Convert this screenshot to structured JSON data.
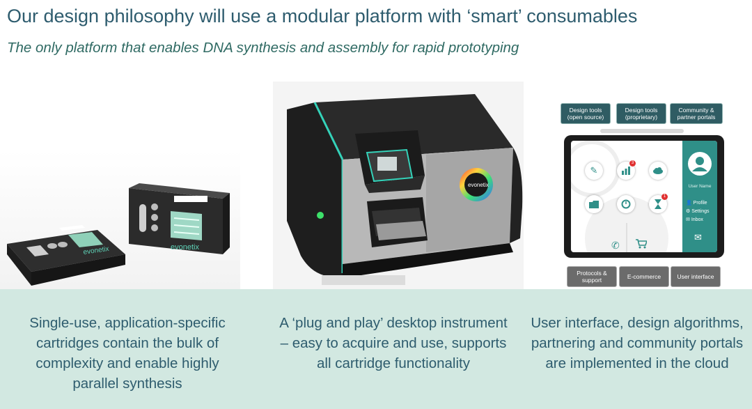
{
  "header": {
    "title": "Our design philosophy will use a modular platform with ‘smart’ consumables",
    "subtitle": "The only platform that enables DNA synthesis and assembly for rapid prototyping"
  },
  "captions": {
    "cartridges": "Single-use, application-specific cartridges contain the bulk of complexity and enable highly parallel synthesis",
    "instrument": "A ‘plug and play’ desktop instrument – easy to acquire and use, supports all cartridge functionality",
    "cloud": "User interface, design algorithms, partnering and community portals are implemented in the cloud"
  },
  "cartridge_brand": "evonetix",
  "instrument_brand": "evonetix",
  "ui_diagram": {
    "top_pills": [
      "Design tools (open source)",
      "Design tools (proprietary)",
      "Community & partner portals"
    ],
    "bottom_pills": [
      "Protocols & support",
      "E-commerce",
      "User interface"
    ],
    "user_name": "User Name",
    "menu": [
      "Profile",
      "Settings",
      "Inbox"
    ],
    "badges": [
      "3",
      "1"
    ]
  },
  "colors": {
    "accent_teal": "#2f8f88",
    "title_color": "#2e5c6e",
    "band": "#d2e8e1",
    "pill_dark": "#2f5c63",
    "pill_grey": "#6b6b6b"
  }
}
